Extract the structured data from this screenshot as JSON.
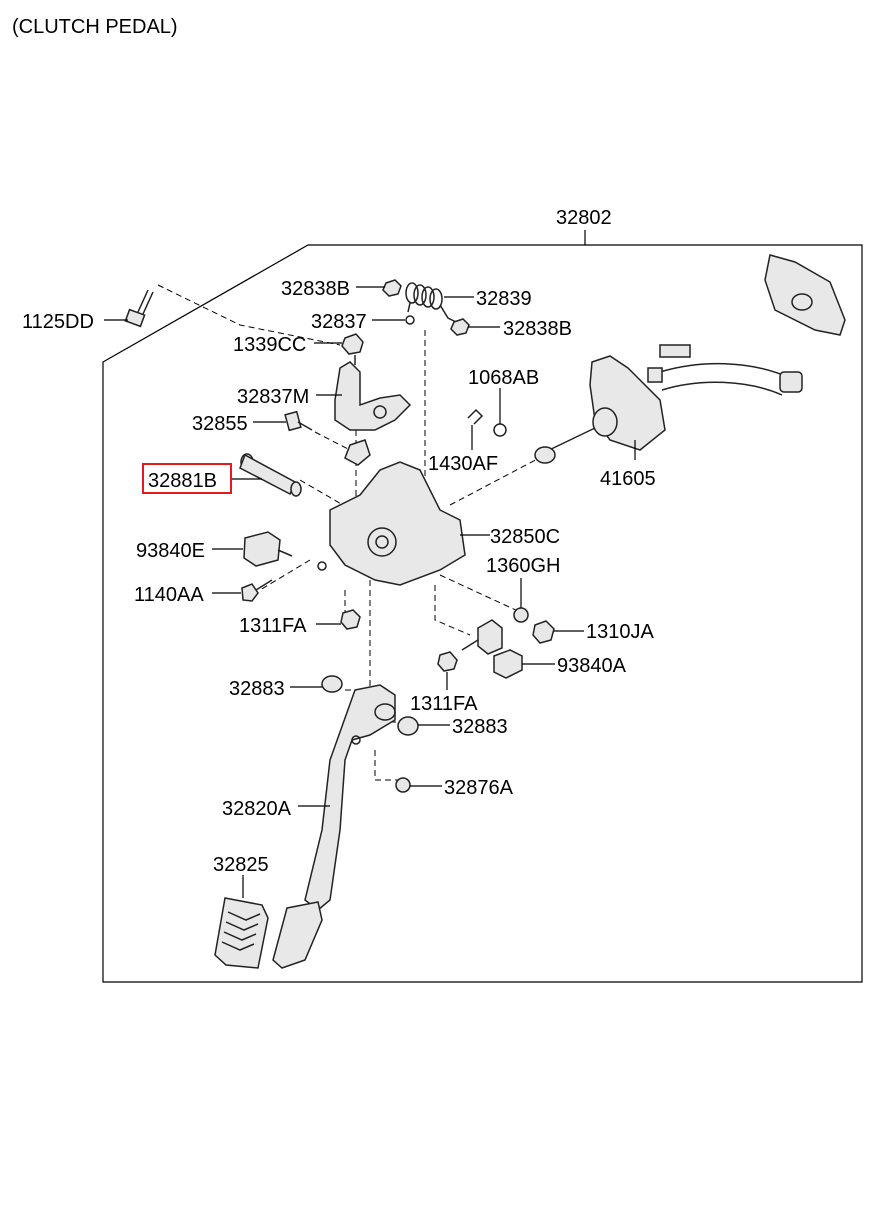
{
  "title": "(CLUTCH PEDAL)",
  "assembly_label": "32802",
  "highlight_color": "#e31b1b",
  "parts": {
    "p1125DD": "1125DD",
    "p32838B_a": "32838B",
    "p32839": "32839",
    "p32837": "32837",
    "p32838B_b": "32838B",
    "p1339CC": "1339CC",
    "p32837M": "32837M",
    "p1068AB": "1068AB",
    "p32855": "32855",
    "p1430AF": "1430AF",
    "p32881B": "32881B",
    "p41605": "41605",
    "p32850C": "32850C",
    "p93840E": "93840E",
    "p1360GH": "1360GH",
    "p1140AA": "1140AA",
    "p1311FA_a": "1311FA",
    "p1310JA": "1310JA",
    "p93840A": "93840A",
    "p32883_a": "32883",
    "p1311FA_b": "1311FA",
    "p32883_b": "32883",
    "p32876A": "32876A",
    "p32820A": "32820A",
    "p32825": "32825"
  }
}
